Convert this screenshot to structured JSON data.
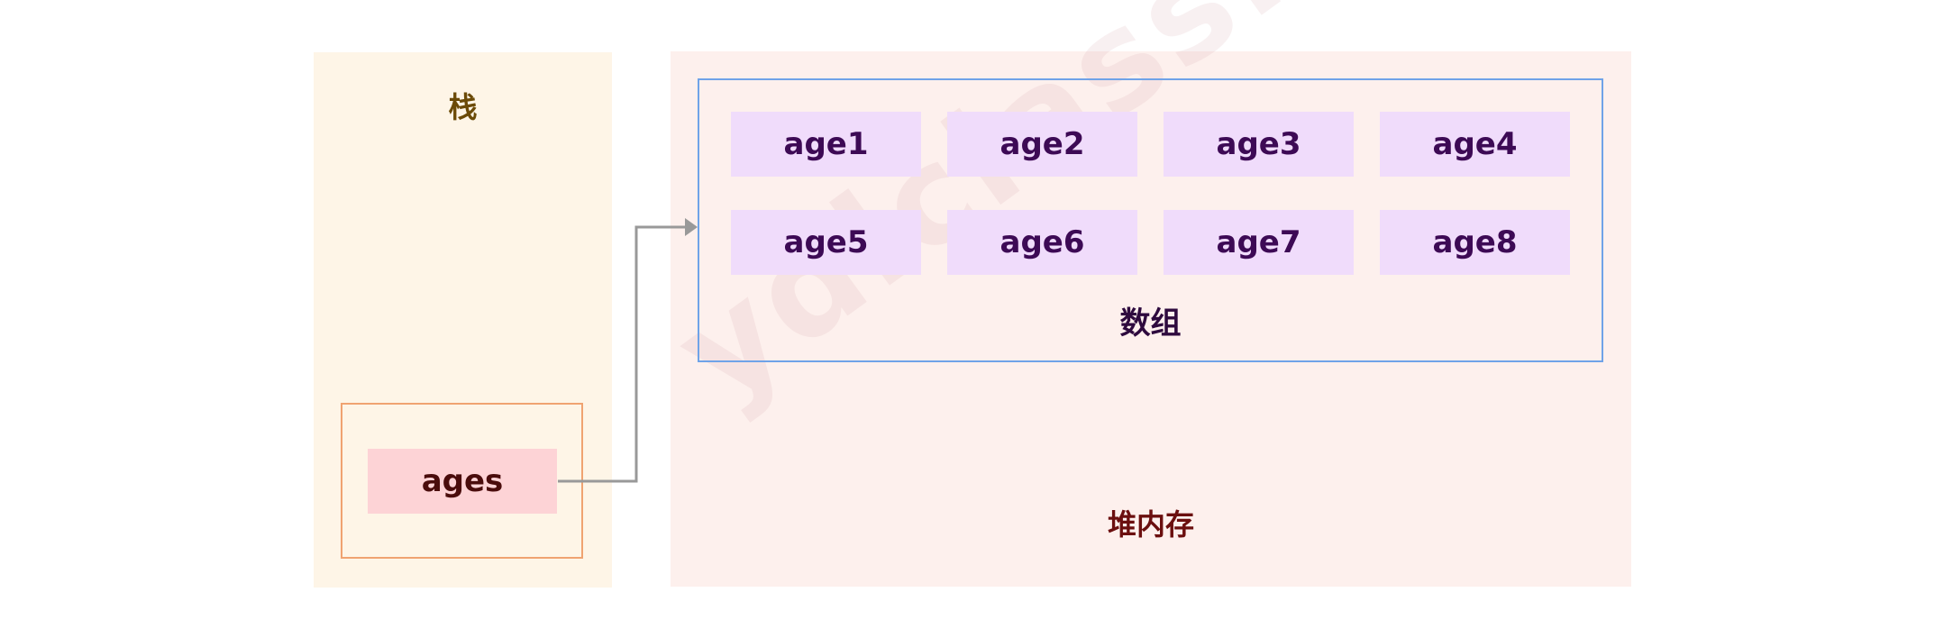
{
  "stack": {
    "title": "栈",
    "variable": "ages"
  },
  "heap": {
    "title": "堆内存",
    "array": {
      "label": "数组",
      "elements": [
        "age1",
        "age2",
        "age3",
        "age4",
        "age5",
        "age6",
        "age7",
        "age8"
      ]
    }
  },
  "watermark": "ydlclass.com",
  "colors": {
    "stack_bg": "#fef5e7",
    "heap_bg": "#fdf0ed",
    "array_border": "#6fa3e8",
    "cell_bg": "#f0dcfb",
    "ages_bg": "#fdd3d6",
    "frame_border": "#f0a371",
    "arrow": "#999999"
  }
}
